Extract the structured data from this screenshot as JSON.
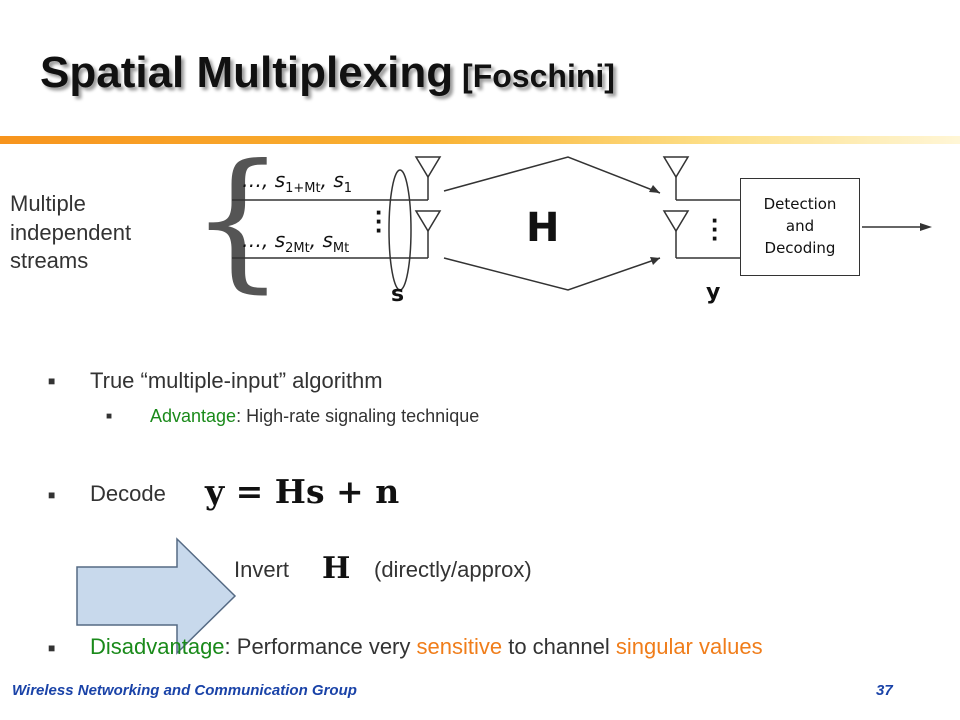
{
  "slide": {
    "title": "Spatial Multiplexing",
    "title_suffix": "[Foschini]"
  },
  "diagram": {
    "streams_label_lines": [
      "Multiple",
      "independent",
      "streams"
    ],
    "stream1_prefix": "…, s",
    "stream1_sub1": "1+Mt",
    "stream1_mid": ", s",
    "stream1_sub2": "1",
    "stream2_prefix": "…, s",
    "stream2_sub1": "2Mt",
    "stream2_mid": ", s",
    "stream2_sub2": "Mt",
    "tx_vector_label": "s",
    "channel_label": "H",
    "rx_vector_label": "y",
    "detector_lines": [
      "Detection",
      "and",
      "Decoding"
    ]
  },
  "bullets": {
    "b1": "True “multiple-input” algorithm",
    "b1_sub_label": "Advantage",
    "b1_sub_text": ": High-rate signaling technique",
    "b2": "Decode",
    "equation": "y = Hs + n",
    "invert_label": "Invert",
    "invert_symbol": "H",
    "invert_note": "(directly/approx)",
    "b3_label": "Disadvantage",
    "b3_text1": ": Performance very ",
    "b3_highlight1": "sensitive",
    "b3_text2": " to channel ",
    "b3_highlight2": "singular values"
  },
  "footer": {
    "group": "Wireless Networking and Communication Group",
    "page_number": "37"
  },
  "colors": {
    "accent_bar": "#f7941d",
    "advantage_green": "#1a8a1a",
    "highlight_orange": "#f07d1a",
    "footer_blue": "#1a43a8",
    "arrow_fill": "#c8d9ec"
  },
  "icons": {
    "bullet": "square-bullet",
    "antenna": "antenna-icon",
    "arrow": "block-right-arrow"
  }
}
